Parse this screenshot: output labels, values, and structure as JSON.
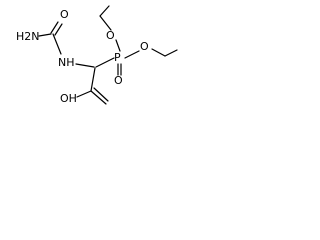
{
  "structure": {
    "atoms": {
      "carbonyl_o": "O",
      "amine": "H2N",
      "nh": "NH",
      "phosphorus": "P",
      "ester_o1": "O",
      "ester_o2": "O",
      "phosphoryl_o": "O",
      "hydroxyl": "OH"
    }
  },
  "colors": {
    "bond": "#000000",
    "label": "#000000",
    "background": "#ffffff"
  }
}
